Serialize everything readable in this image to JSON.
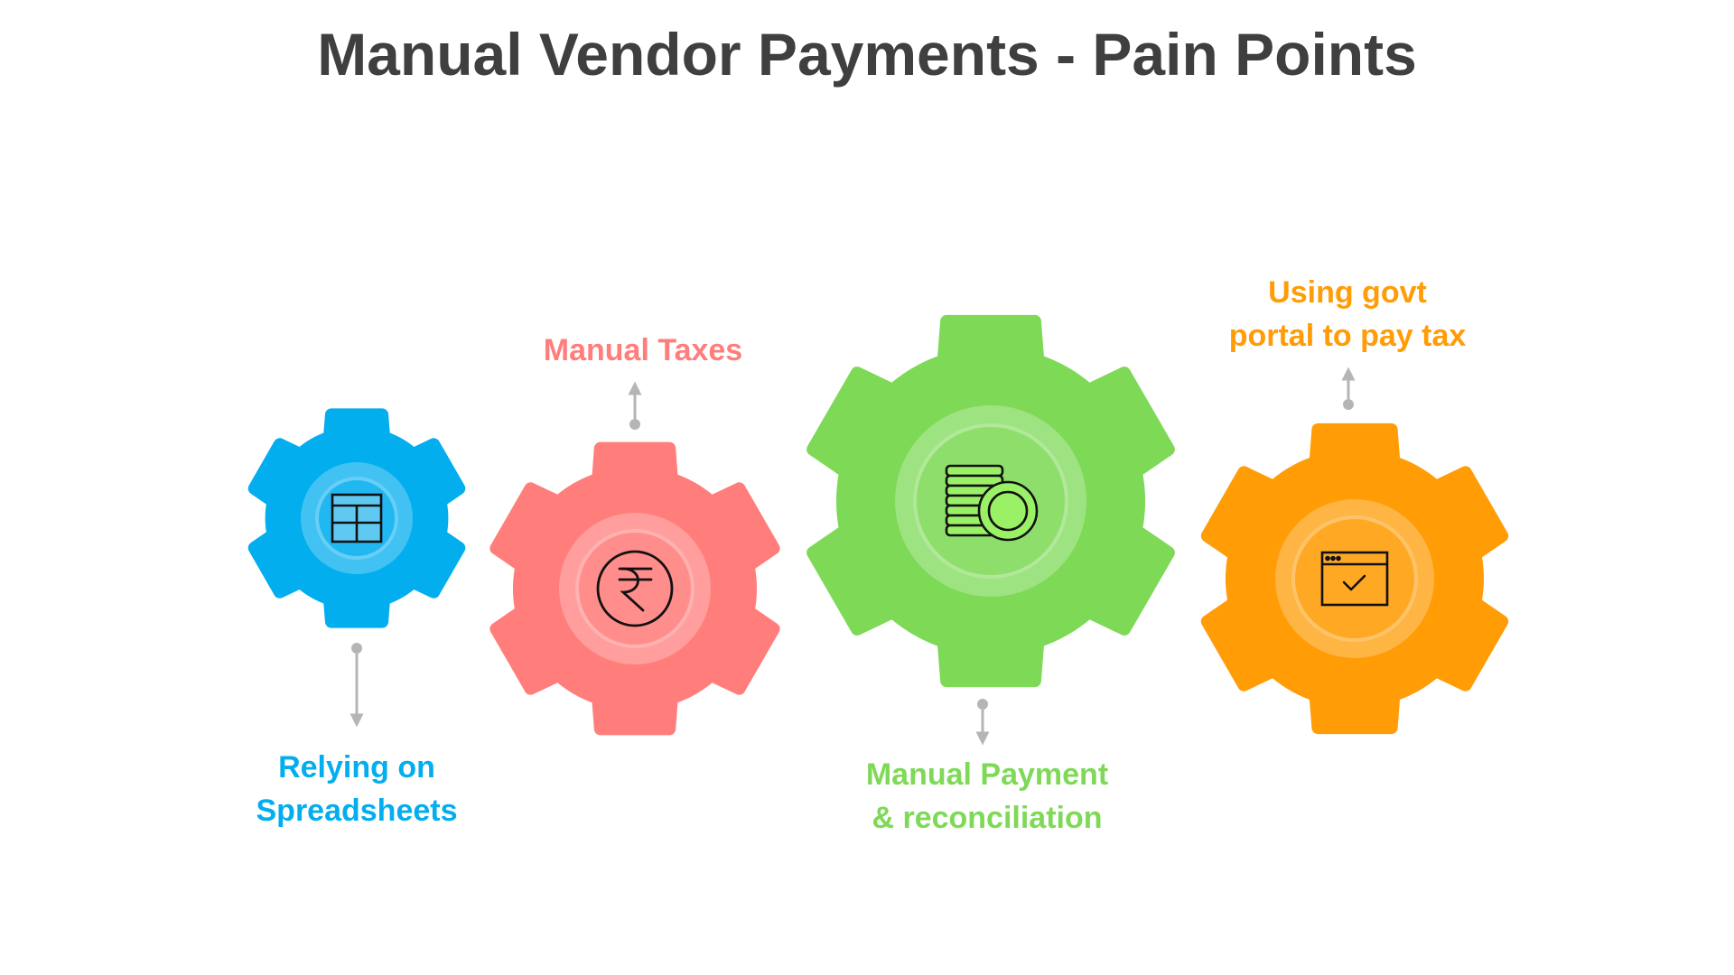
{
  "title": "Manual Vendor Payments - Pain Points",
  "pain_points": [
    {
      "label_lines": [
        "Relying on",
        "Spreadsheets"
      ],
      "color": "#03aeef",
      "icon": "spreadsheet-icon"
    },
    {
      "label_lines": [
        "Manual Taxes"
      ],
      "color": "#ff7e7b",
      "icon": "rupee-icon"
    },
    {
      "label_lines": [
        "Manual Payment",
        "& reconciliation"
      ],
      "color": "#7ed957",
      "icon": "coins-stack-icon"
    },
    {
      "label_lines": [
        "Using govt",
        "portal to pay tax"
      ],
      "color": "#ff9c06",
      "icon": "browser-check-icon"
    }
  ]
}
